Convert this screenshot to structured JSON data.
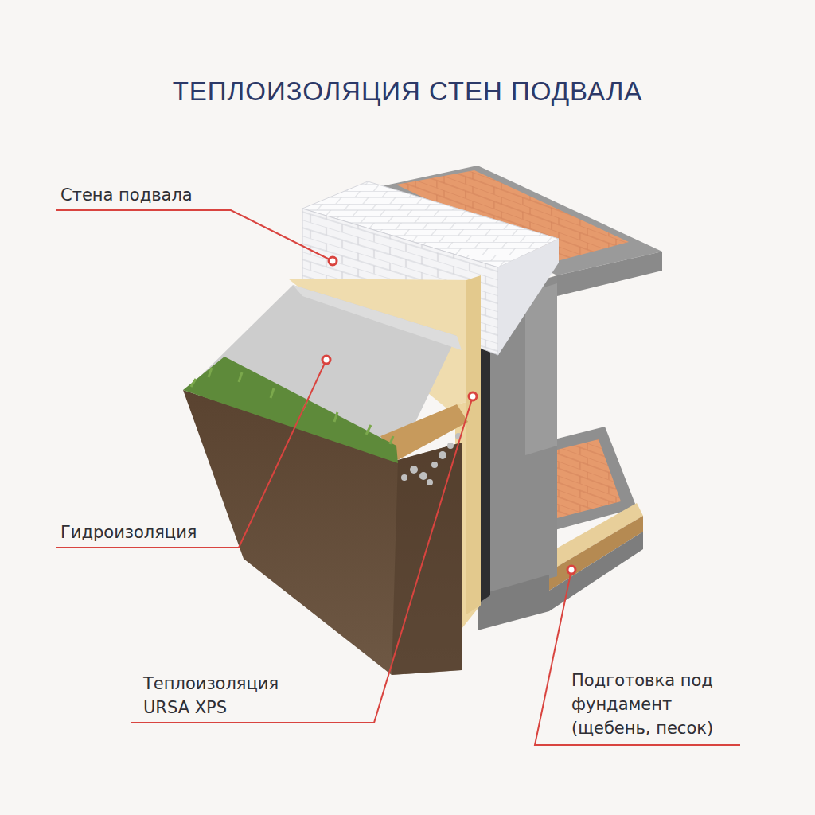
{
  "diagram": {
    "title": "ТЕПЛОИЗОЛЯЦИЯ СТЕН ПОДВАЛА",
    "labels": [
      "Стена подвала",
      "Гидроизоляция",
      "Теплоизоляция URSA XPS",
      "Подготовка под фундамент (щебень, песок)"
    ]
  }
}
